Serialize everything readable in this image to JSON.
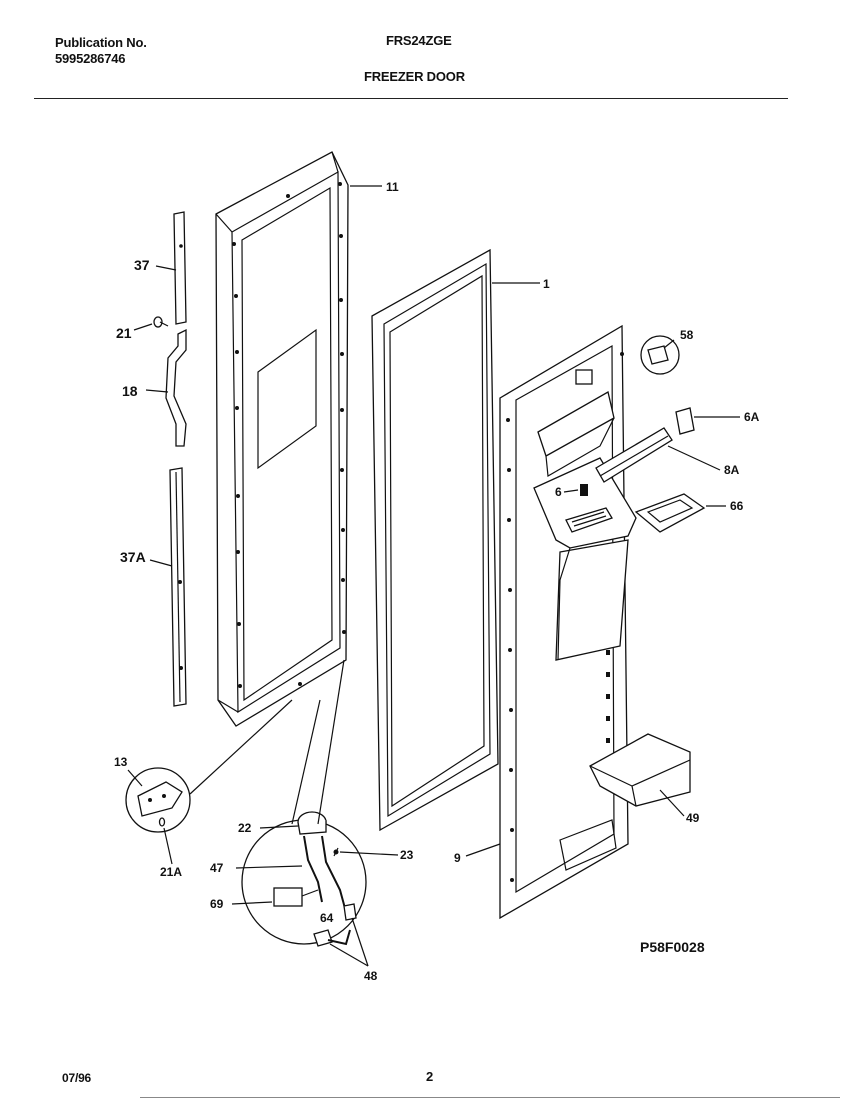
{
  "header": {
    "publication_label": "Publication No.",
    "publication_number": "5995286746",
    "model": "FRS24ZGE",
    "section_title": "FREEZER DOOR"
  },
  "footer": {
    "date": "07/96",
    "page": "2"
  },
  "diagram": {
    "drawing_code": "P58F0028",
    "callouts": {
      "c11": "11",
      "c1": "1",
      "c37": "37",
      "c21": "21",
      "c18": "18",
      "c37A": "37A",
      "c58": "58",
      "c6A": "6A",
      "c8A": "8A",
      "c6": "6",
      "c66": "66",
      "c49": "49",
      "c13": "13",
      "c21A": "21A",
      "c22": "22",
      "c47": "47",
      "c23": "23",
      "c69": "69",
      "c64": "64",
      "c48": "48",
      "c9": "9"
    }
  }
}
